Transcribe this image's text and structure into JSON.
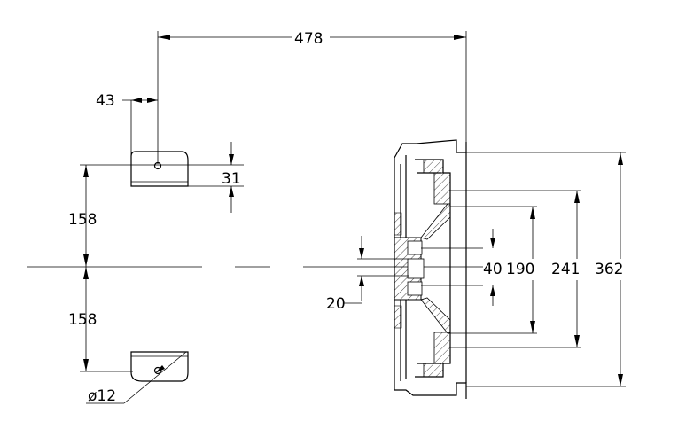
{
  "dimensions": {
    "overall_length": "478",
    "mount_offset": "43",
    "mount_thickness": "31",
    "upper_offset": "158",
    "lower_offset": "158",
    "hole_diameter": "ø12",
    "hub_small": "20",
    "hub_bore": "40",
    "dia_190": "190",
    "dia_241": "241",
    "dia_362": "362"
  },
  "colors": {
    "line": "#000000",
    "background": "#ffffff"
  }
}
